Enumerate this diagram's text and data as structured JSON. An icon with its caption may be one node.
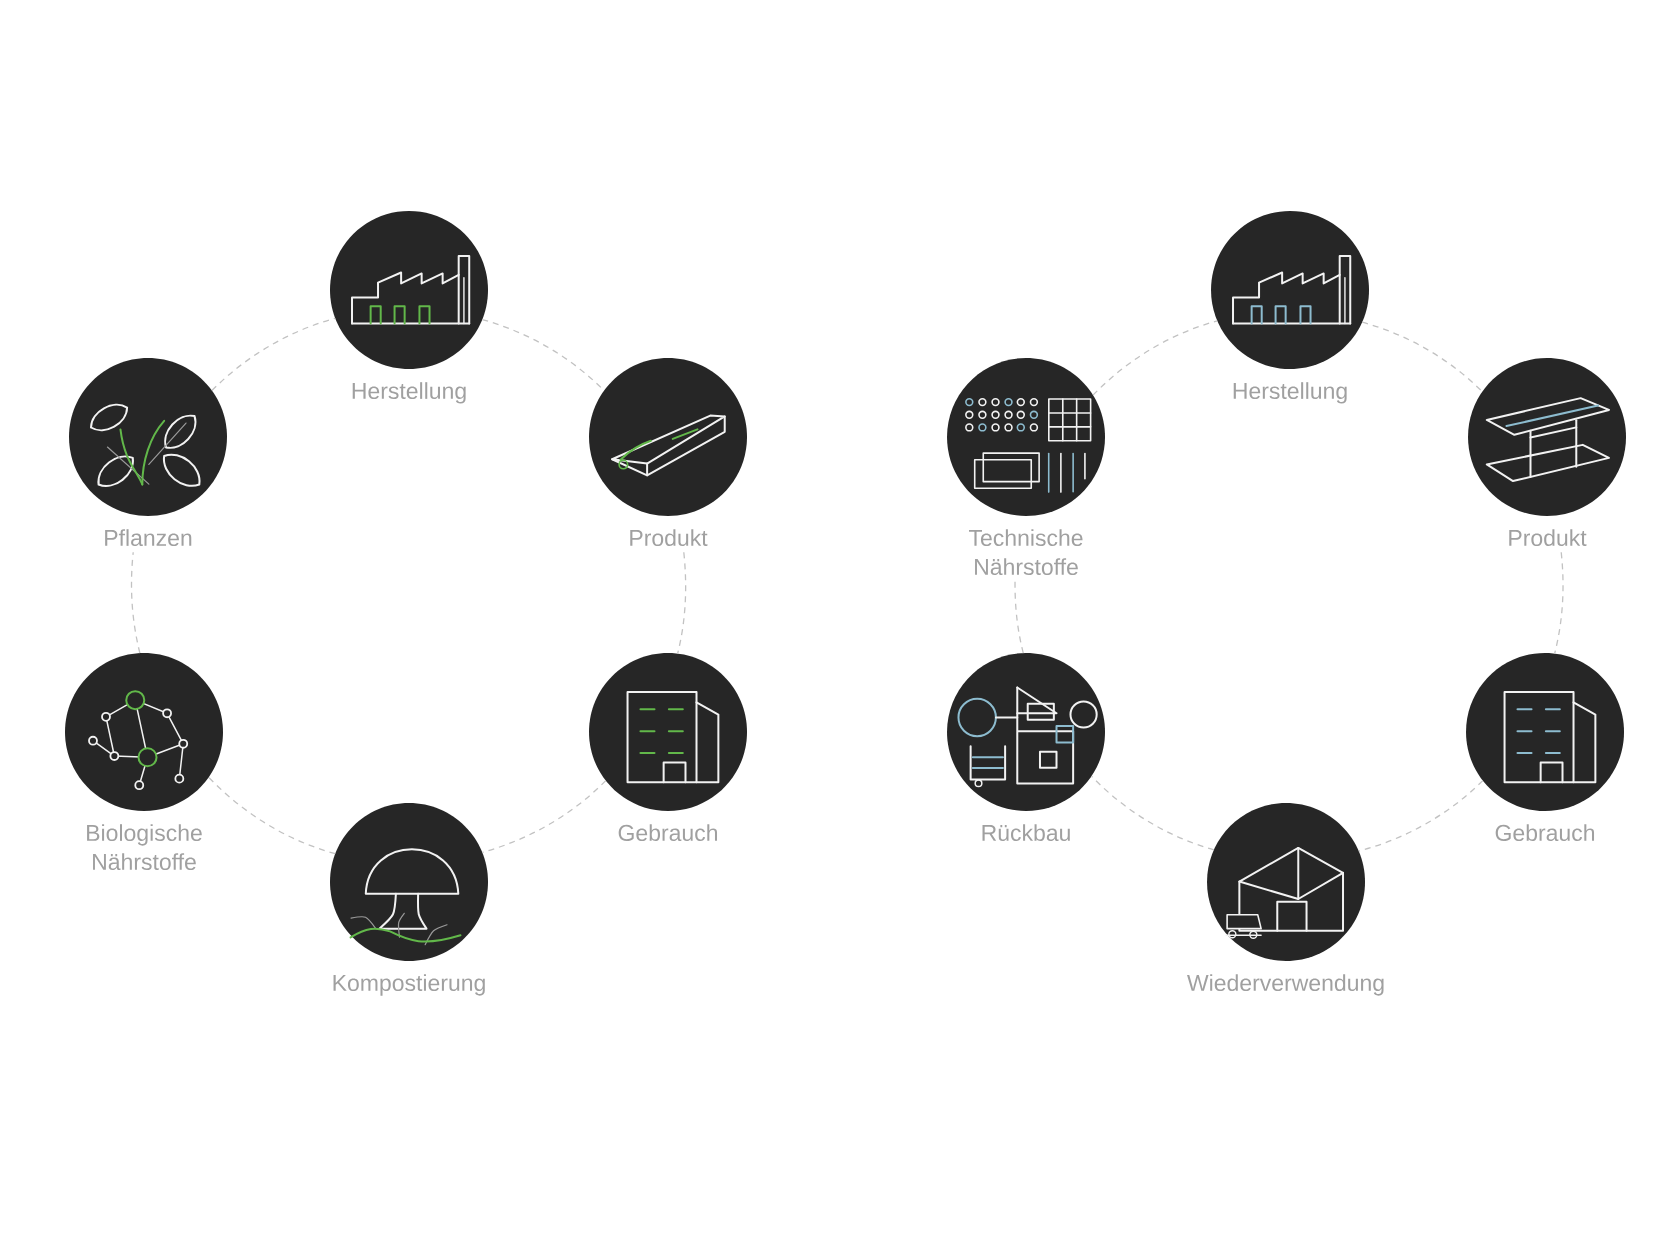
{
  "diagram": {
    "nodes": [
      {
        "text": [
          "Herstellung"
        ]
      },
      {
        "text": [
          "Pflanzen"
        ]
      },
      {
        "text": [
          "Produkt"
        ]
      },
      {
        "text": [
          "Biologische Nährstoffe"
        ]
      },
      {
        "text": [
          "Gebrauch"
        ]
      },
      {
        "text": [
          "Kompostierung"
        ]
      },
      {
        "text": [
          "Herstellung"
        ]
      },
      {
        "text": [
          "Technische Nährstoffe"
        ]
      },
      {
        "text": [
          "Produkt"
        ]
      },
      {
        "text": [
          "Rückbau"
        ]
      },
      {
        "text": [
          "Gebrauch"
        ]
      },
      {
        "text": [
          "Wiederverwendung"
        ]
      }
    ],
    "edges": [
      {
        "from": 1,
        "to": 0,
        "arrow": "none",
        "style": "dashed"
      },
      {
        "from": 0,
        "to": 2,
        "arrow": "none",
        "style": "dashed"
      },
      {
        "from": 2,
        "to": 4,
        "arrow": "none",
        "style": "dashed"
      },
      {
        "from": 4,
        "to": 5,
        "arrow": "none",
        "style": "dashed"
      },
      {
        "from": 5,
        "to": 3,
        "arrow": "none",
        "style": "dashed"
      },
      {
        "from": 3,
        "to": 1,
        "arrow": "none",
        "style": "dashed"
      },
      {
        "from": 7,
        "to": 6,
        "arrow": "none",
        "style": "dashed"
      },
      {
        "from": 6,
        "to": 8,
        "arrow": "none",
        "style": "dashed"
      },
      {
        "from": 8,
        "to": 10,
        "arrow": "none",
        "style": "dashed"
      },
      {
        "from": 10,
        "to": 11,
        "arrow": "none",
        "style": "dashed"
      },
      {
        "from": 11,
        "to": 9,
        "arrow": "none",
        "style": "dashed"
      },
      {
        "from": 9,
        "to": 7,
        "arrow": "none",
        "style": "dashed"
      }
    ]
  }
}
